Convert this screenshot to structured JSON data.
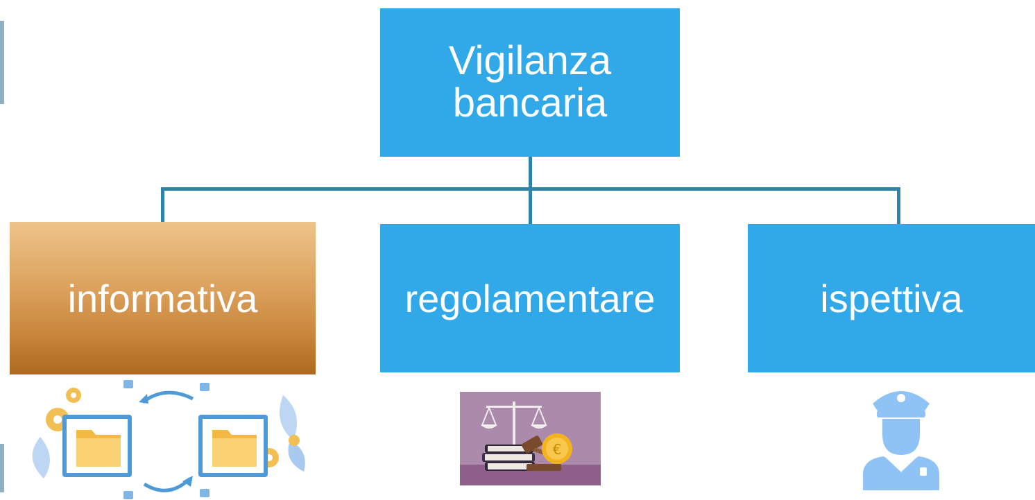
{
  "root": {
    "line1": "Vigilanza",
    "line2": "bancaria"
  },
  "branches": [
    {
      "label": "informativa",
      "icon": "folder-exchange-icon"
    },
    {
      "label": "regolamentare",
      "icon": "scales-gavel-euro-icon"
    },
    {
      "label": "ispettiva",
      "icon": "police-officer-icon"
    }
  ],
  "colors": {
    "box": "#31a9e9",
    "highlight_top": "#eec38a",
    "highlight_bottom": "#ad6a1f",
    "connector": "#2f83a8",
    "text": "#ffffff"
  }
}
